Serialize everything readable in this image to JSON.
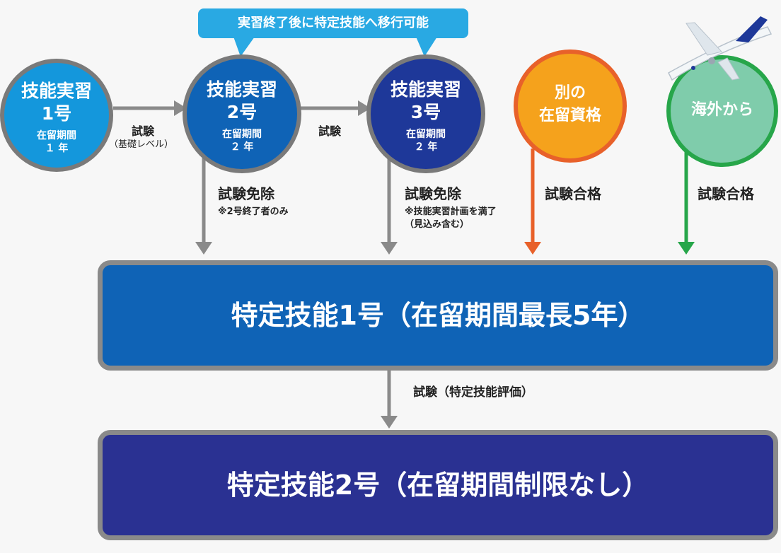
{
  "callout": {
    "text": "実習終了後に特定技能へ移行可能"
  },
  "circles": [
    {
      "title": [
        "技能実習",
        "1号"
      ],
      "sub": [
        "在留期間",
        "１ 年"
      ],
      "color": "#1497dc"
    },
    {
      "title": [
        "技能実習",
        "2号"
      ],
      "sub": [
        "在留期間",
        "２ 年"
      ],
      "color": "#0f63b6"
    },
    {
      "title": [
        "技能実習",
        "3号"
      ],
      "sub": [
        "在留期間",
        "２ 年"
      ],
      "color": "#1e3899"
    },
    {
      "title": [
        "別の",
        "在留資格"
      ],
      "color": "#f5a21c",
      "border": "#e8612a"
    },
    {
      "title": [
        "海外から"
      ],
      "color": "#7fccab",
      "border": "#27a64a"
    }
  ],
  "labels": {
    "exam_basic": "試験",
    "exam_basic_sub": "（基礎レベル）",
    "exam": "試験",
    "exempt_1": "試験免除",
    "exempt_1_note": "※2号終了者のみ",
    "exempt_2": "試験免除",
    "exempt_2_note1": "※技能実習計画を満了",
    "exempt_2_note2": "（見込み含む）",
    "pass_1": "試験合格",
    "pass_2": "試験合格",
    "exam_eval": "試験（特定技能評価）"
  },
  "boxes": {
    "ssw1": "特定技能1号（在留期間最長5年）",
    "ssw2": "特定技能2号（在留期間制限なし）",
    "ssw1_color": "#0f63b6",
    "ssw2_color": "#2a3192"
  }
}
